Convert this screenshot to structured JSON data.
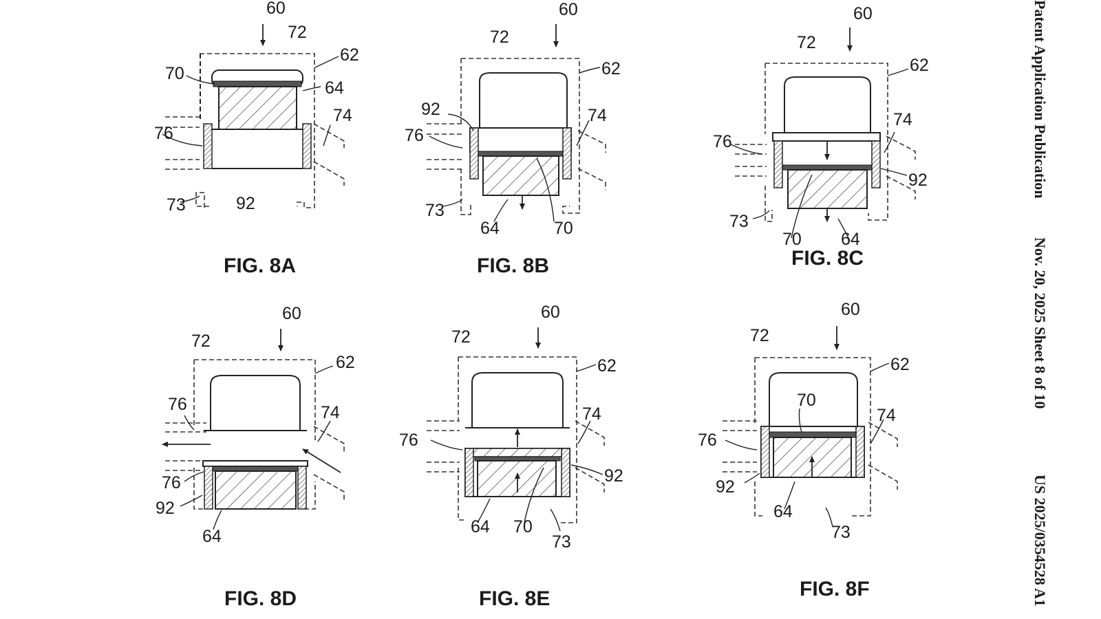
{
  "header": {
    "publication": "Patent Application Publication",
    "date_sheet": "Nov. 20, 2025  Sheet 8 of 10",
    "number": "US 2025/0354528 A1"
  },
  "figures": [
    {
      "caption": "FIG. 8A",
      "labels": {
        "60": "60",
        "62": "62",
        "64": "64",
        "70": "70",
        "72": "72",
        "73": "73",
        "74": "74",
        "76": "76",
        "92": "92"
      }
    },
    {
      "caption": "FIG. 8B",
      "labels": {
        "60": "60",
        "62": "62",
        "64": "64",
        "70": "70",
        "72": "72",
        "73": "73",
        "74": "74",
        "76": "76",
        "92": "92"
      }
    },
    {
      "caption": "FIG. 8C",
      "labels": {
        "60": "60",
        "62": "62",
        "64": "64",
        "70": "70",
        "72": "72",
        "73": "73",
        "74": "74",
        "76": "76",
        "92": "92"
      }
    },
    {
      "caption": "FIG. 8D",
      "labels": {
        "60": "60",
        "62": "62",
        "64": "64",
        "72": "72",
        "74": "74",
        "76a": "76",
        "76b": "76",
        "92": "92"
      }
    },
    {
      "caption": "FIG. 8E",
      "labels": {
        "60": "60",
        "62": "62",
        "64": "64",
        "70": "70",
        "72": "72",
        "73": "73",
        "74": "74",
        "76": "76",
        "92": "92"
      }
    },
    {
      "caption": "FIG. 8F",
      "labels": {
        "60": "60",
        "62": "62",
        "64": "64",
        "70": "70",
        "72": "72",
        "73": "73",
        "74": "74",
        "76": "76",
        "92": "92"
      }
    }
  ]
}
